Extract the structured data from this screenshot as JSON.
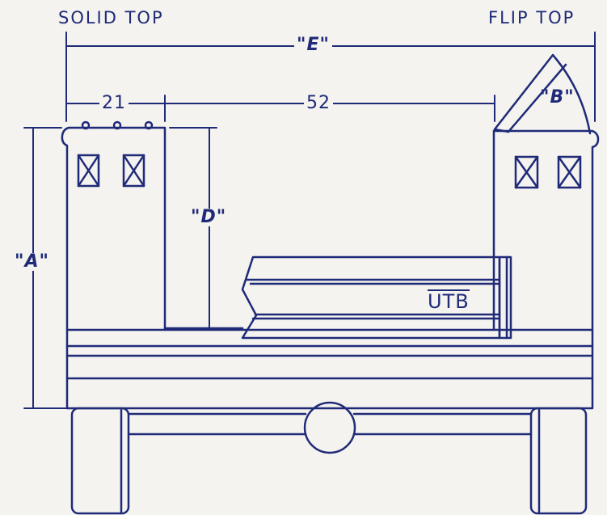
{
  "headers": {
    "solid_top": "SOLID TOP",
    "flip_top": "FLIP TOP"
  },
  "dimensions": {
    "overall_width": "\"E\"",
    "left_box_width": "21",
    "bed_span": "52",
    "lid_size": "\"B\"",
    "box_height": "\"A\"",
    "inner_depth": "\"D\""
  },
  "brand": "UTB",
  "colors": {
    "ink": "#1f2a78",
    "paper": "#f4f3ef"
  }
}
